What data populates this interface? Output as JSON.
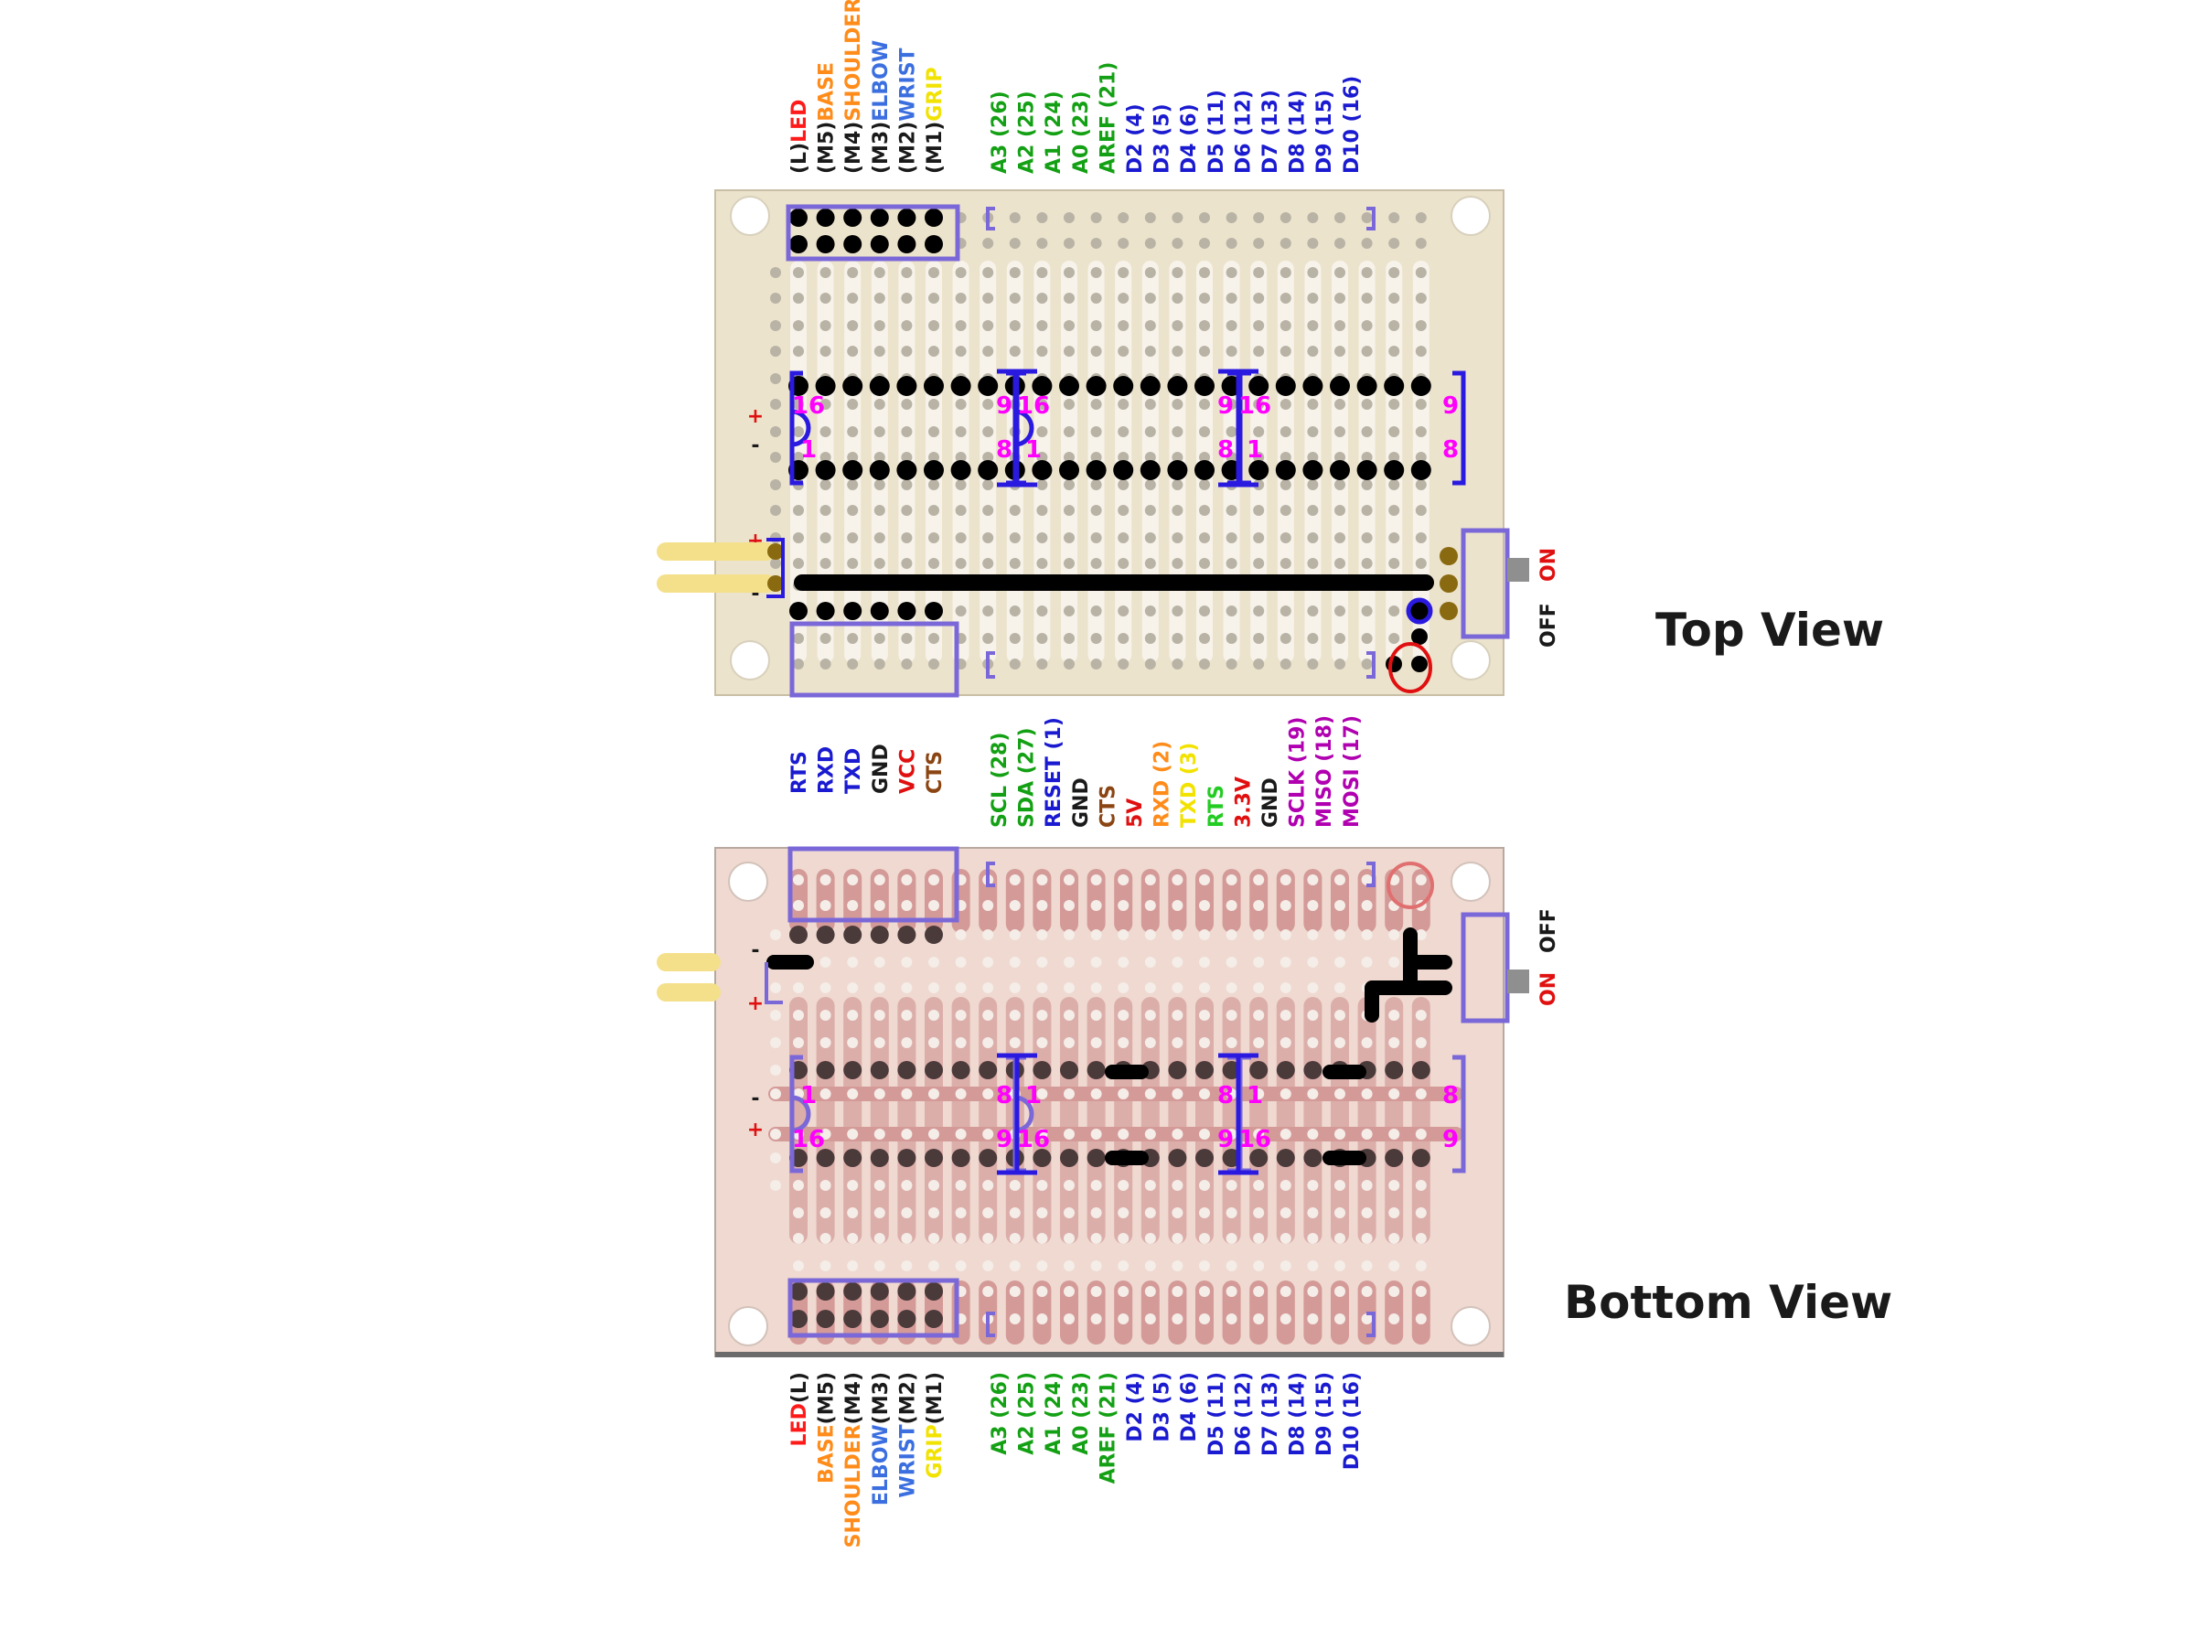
{
  "views": {
    "top_title": "Top View",
    "bottom_title": "Bottom View"
  },
  "top_view": {
    "header_labels": [
      {
        "id": "l",
        "prefix": "(L)",
        "name": "LED",
        "color": "#ff1a1a"
      },
      {
        "id": "m5",
        "prefix": "(M5)",
        "name": "BASE",
        "color": "#ff8c1a"
      },
      {
        "id": "m4",
        "prefix": "(M4)",
        "name": "SHOULDER",
        "color": "#ff8c1a"
      },
      {
        "id": "m3",
        "prefix": "(M3)",
        "name": "ELBOW",
        "color": "#3b6fe0"
      },
      {
        "id": "m2",
        "prefix": "(M2)",
        "name": "WRIST",
        "color": "#3b6fe0"
      },
      {
        "id": "m1",
        "prefix": "(M1)",
        "name": "GRIP",
        "color": "#f2e200"
      }
    ],
    "pin_labels": [
      {
        "text": "A3 (26)",
        "color": "#14a014"
      },
      {
        "text": "A2 (25)",
        "color": "#14a014"
      },
      {
        "text": "A1 (24)",
        "color": "#14a014"
      },
      {
        "text": "A0 (23)",
        "color": "#14a014"
      },
      {
        "text": "AREF (21)",
        "color": "#14a014"
      },
      {
        "text": "D2 (4)",
        "color": "#1a1ad0"
      },
      {
        "text": "D3 (5)",
        "color": "#1a1ad0"
      },
      {
        "text": "D4 (6)",
        "color": "#1a1ad0"
      },
      {
        "text": "D5 (11)",
        "color": "#1a1ad0"
      },
      {
        "text": "D6 (12)",
        "color": "#1a1ad0"
      },
      {
        "text": "D7 (13)",
        "color": "#1a1ad0"
      },
      {
        "text": "D8 (14)",
        "color": "#1a1ad0"
      },
      {
        "text": "D9 (15)",
        "color": "#1a1ad0"
      },
      {
        "text": "D10 (16)",
        "color": "#1a1ad0"
      }
    ],
    "ic_pins": {
      "top_left": "16",
      "bottom_left": "1",
      "top_right": "9",
      "bottom_right": "8",
      "chip2_tl": "9",
      "chip2_tl2": "16",
      "chip2_bl": "8",
      "chip2_bl2": "1",
      "chip3_tl": "9",
      "chip3_tl2": "16",
      "chip3_bl": "8",
      "chip3_bl2": "1"
    },
    "rail_plus": "+",
    "rail_minus": "-",
    "switch_on": "ON",
    "switch_off": "OFF"
  },
  "serial_labels": [
    {
      "text": "RTS",
      "color": "#1a1ad0"
    },
    {
      "text": "RXD",
      "color": "#1a1ad0"
    },
    {
      "text": "TXD",
      "color": "#1a1ad0"
    },
    {
      "text": "GND",
      "color": "#1a1a1a"
    },
    {
      "text": "VCC",
      "color": "#e01010"
    },
    {
      "text": "CTS",
      "color": "#8b4513"
    }
  ],
  "board_labels": [
    {
      "text": "SCL (28)",
      "color": "#14a014"
    },
    {
      "text": "SDA (27)",
      "color": "#14a014"
    },
    {
      "text": "RESET (1)",
      "color": "#1a1ad0"
    },
    {
      "text": "GND",
      "color": "#1a1a1a"
    },
    {
      "text": "CTS",
      "color": "#8b4513"
    },
    {
      "text": "5V",
      "color": "#e01010"
    },
    {
      "text": "RXD (2)",
      "color": "#ff8c1a"
    },
    {
      "text": "TXD (3)",
      "color": "#f2e200"
    },
    {
      "text": "RTS",
      "color": "#22cc22"
    },
    {
      "text": "3.3V",
      "color": "#e01010"
    },
    {
      "text": "GND",
      "color": "#1a1a1a"
    },
    {
      "text": "SCLK (19)",
      "color": "#b000b0"
    },
    {
      "text": "MISO (18)",
      "color": "#b000b0"
    },
    {
      "text": "MOSI (17)",
      "color": "#b000b0"
    }
  ],
  "bottom_view": {
    "header_labels": [
      {
        "name": "LED",
        "suffix": "(L)",
        "color": "#ff1a1a"
      },
      {
        "name": "BASE",
        "suffix": "(M5)",
        "color": "#ff8c1a"
      },
      {
        "name": "SHOULDER",
        "suffix": "(M4)",
        "color": "#ff8c1a"
      },
      {
        "name": "ELBOW",
        "suffix": "(M3)",
        "color": "#3b6fe0"
      },
      {
        "name": "WRIST",
        "suffix": "(M2)",
        "color": "#3b6fe0"
      },
      {
        "name": "GRIP",
        "suffix": "(M1)",
        "color": "#f2e200"
      }
    ],
    "pin_labels": [
      {
        "text": "A3 (26)",
        "color": "#14a014"
      },
      {
        "text": "A2 (25)",
        "color": "#14a014"
      },
      {
        "text": "A1 (24)",
        "color": "#14a014"
      },
      {
        "text": "A0 (23)",
        "color": "#14a014"
      },
      {
        "text": "AREF (21)",
        "color": "#14a014"
      },
      {
        "text": "D2 (4)",
        "color": "#1a1ad0"
      },
      {
        "text": "D3 (5)",
        "color": "#1a1ad0"
      },
      {
        "text": "D4 (6)",
        "color": "#1a1ad0"
      },
      {
        "text": "D5 (11)",
        "color": "#1a1ad0"
      },
      {
        "text": "D6 (12)",
        "color": "#1a1ad0"
      },
      {
        "text": "D7 (13)",
        "color": "#1a1ad0"
      },
      {
        "text": "D8 (14)",
        "color": "#1a1ad0"
      },
      {
        "text": "D9 (15)",
        "color": "#1a1ad0"
      },
      {
        "text": "D10 (16)",
        "color": "#1a1ad0"
      }
    ],
    "rail_plus": "+",
    "rail_minus": "-",
    "switch_on": "ON",
    "switch_off": "OFF"
  },
  "colors": {
    "top_board": "#ece3cc",
    "bottom_board": "#efd9d0",
    "copper": "#d49a98",
    "outline": "#7b68d8",
    "ic_outline": "#2a1ae0",
    "pin_number": "#ff00ff",
    "trace": "#000000"
  }
}
